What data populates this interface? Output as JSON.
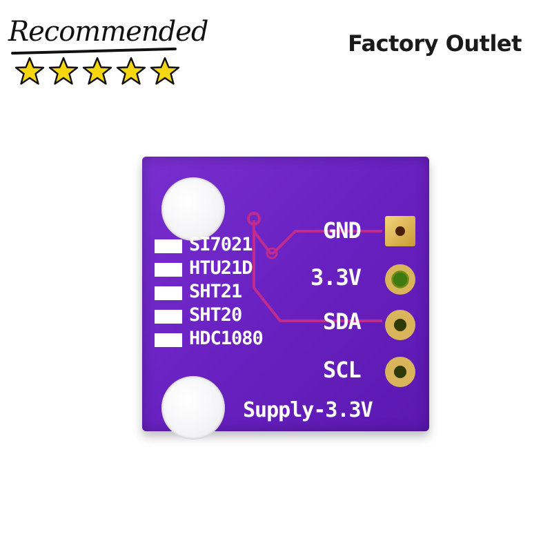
{
  "badge": {
    "word": "Recommended",
    "rating": 5,
    "star_color": "#f5d60f"
  },
  "banner": {
    "text": "Factory Outlet"
  },
  "board": {
    "color": "#6a22c2",
    "sensor_models": [
      "SI7021",
      "HTU21D",
      "SHT21",
      "SHT20",
      "HDC1080"
    ],
    "pins": [
      "GND",
      "3.3V",
      "SDA",
      "SCL"
    ],
    "supply_label": "Supply-3.3V"
  }
}
